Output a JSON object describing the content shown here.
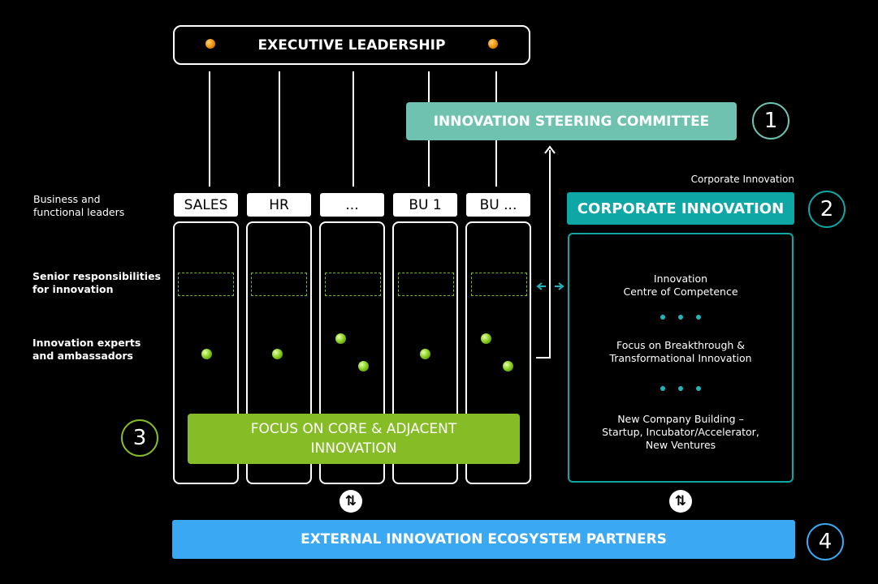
{
  "executive": {
    "title": "EXECUTIVE LEADERSHIP"
  },
  "steering": {
    "title": "INNOVATION STEERING COMMITTEE",
    "number": "1"
  },
  "left_labels": {
    "business": "Business and functional leaders",
    "senior": "Senior responsibilities for innovation",
    "experts": "Innovation experts and ambassadors"
  },
  "columns": [
    "SALES",
    "HR",
    "...",
    "BU 1",
    "BU ..."
  ],
  "corporate": {
    "small_label": "Corporate Innovation",
    "title": "CORPORATE INNOVATION",
    "number": "2",
    "item1": "Innovation\nCentre of Competence",
    "item2": "Focus on Breakthrough &\nTransformational Innovation",
    "item3": "New Company Building –\nStartup, Incubator/Accelerator,\nNew Ventures"
  },
  "core": {
    "title": "FOCUS ON CORE & ADJACENT INNOVATION",
    "number": "3"
  },
  "external": {
    "title": "EXTERNAL INNOVATION ECOSYSTEM PARTNERS",
    "number": "4"
  },
  "swap_symbol": "⇅",
  "colors": {
    "steering": "#6fc2b0",
    "corporate": "#0fa7a5",
    "core": "#86bc25",
    "external": "#3aa8f3",
    "exec_dot": "#f39c12",
    "expert_dot": "#8fd324"
  }
}
